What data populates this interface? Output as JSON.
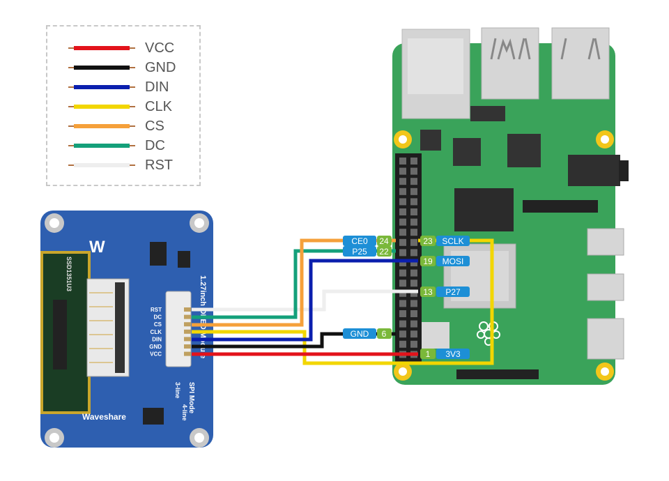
{
  "legend": {
    "items": [
      {
        "label": "VCC",
        "color": "#e3131b"
      },
      {
        "label": "GND",
        "color": "#111111"
      },
      {
        "label": "DIN",
        "color": "#0b1fae"
      },
      {
        "label": "CLK",
        "color": "#f2d600"
      },
      {
        "label": "CS",
        "color": "#f5a03a"
      },
      {
        "label": "DC",
        "color": "#14a07a"
      },
      {
        "label": "RST",
        "color": "#eeeeee"
      }
    ]
  },
  "oled_module": {
    "brand": "Waveshare",
    "title": "1.27inch OLED Module",
    "chip": "SSD1351U3",
    "pins": [
      "RST",
      "DC",
      "CS",
      "CLK",
      "DIN",
      "GND",
      "VCC"
    ],
    "mode_title": "SPI Mode",
    "mode_3line": "3-line",
    "mode_4line": "4-line"
  },
  "pi_pins": {
    "left": [
      {
        "num": "24",
        "name": "CE0"
      },
      {
        "num": "22",
        "name": "P25"
      },
      {
        "num": "6",
        "name": "GND"
      }
    ],
    "right": [
      {
        "num": "23",
        "name": "SCLK"
      },
      {
        "num": "19",
        "name": "MOSI"
      },
      {
        "num": "13",
        "name": "P27"
      },
      {
        "num": "1",
        "name": "3V3"
      }
    ]
  },
  "colors": {
    "pcb_green": "#3aa35a",
    "oled_blue": "#2e5fb0",
    "pin_num_green": "#7ab83a",
    "pin_name_blue": "#1d8fd6"
  }
}
